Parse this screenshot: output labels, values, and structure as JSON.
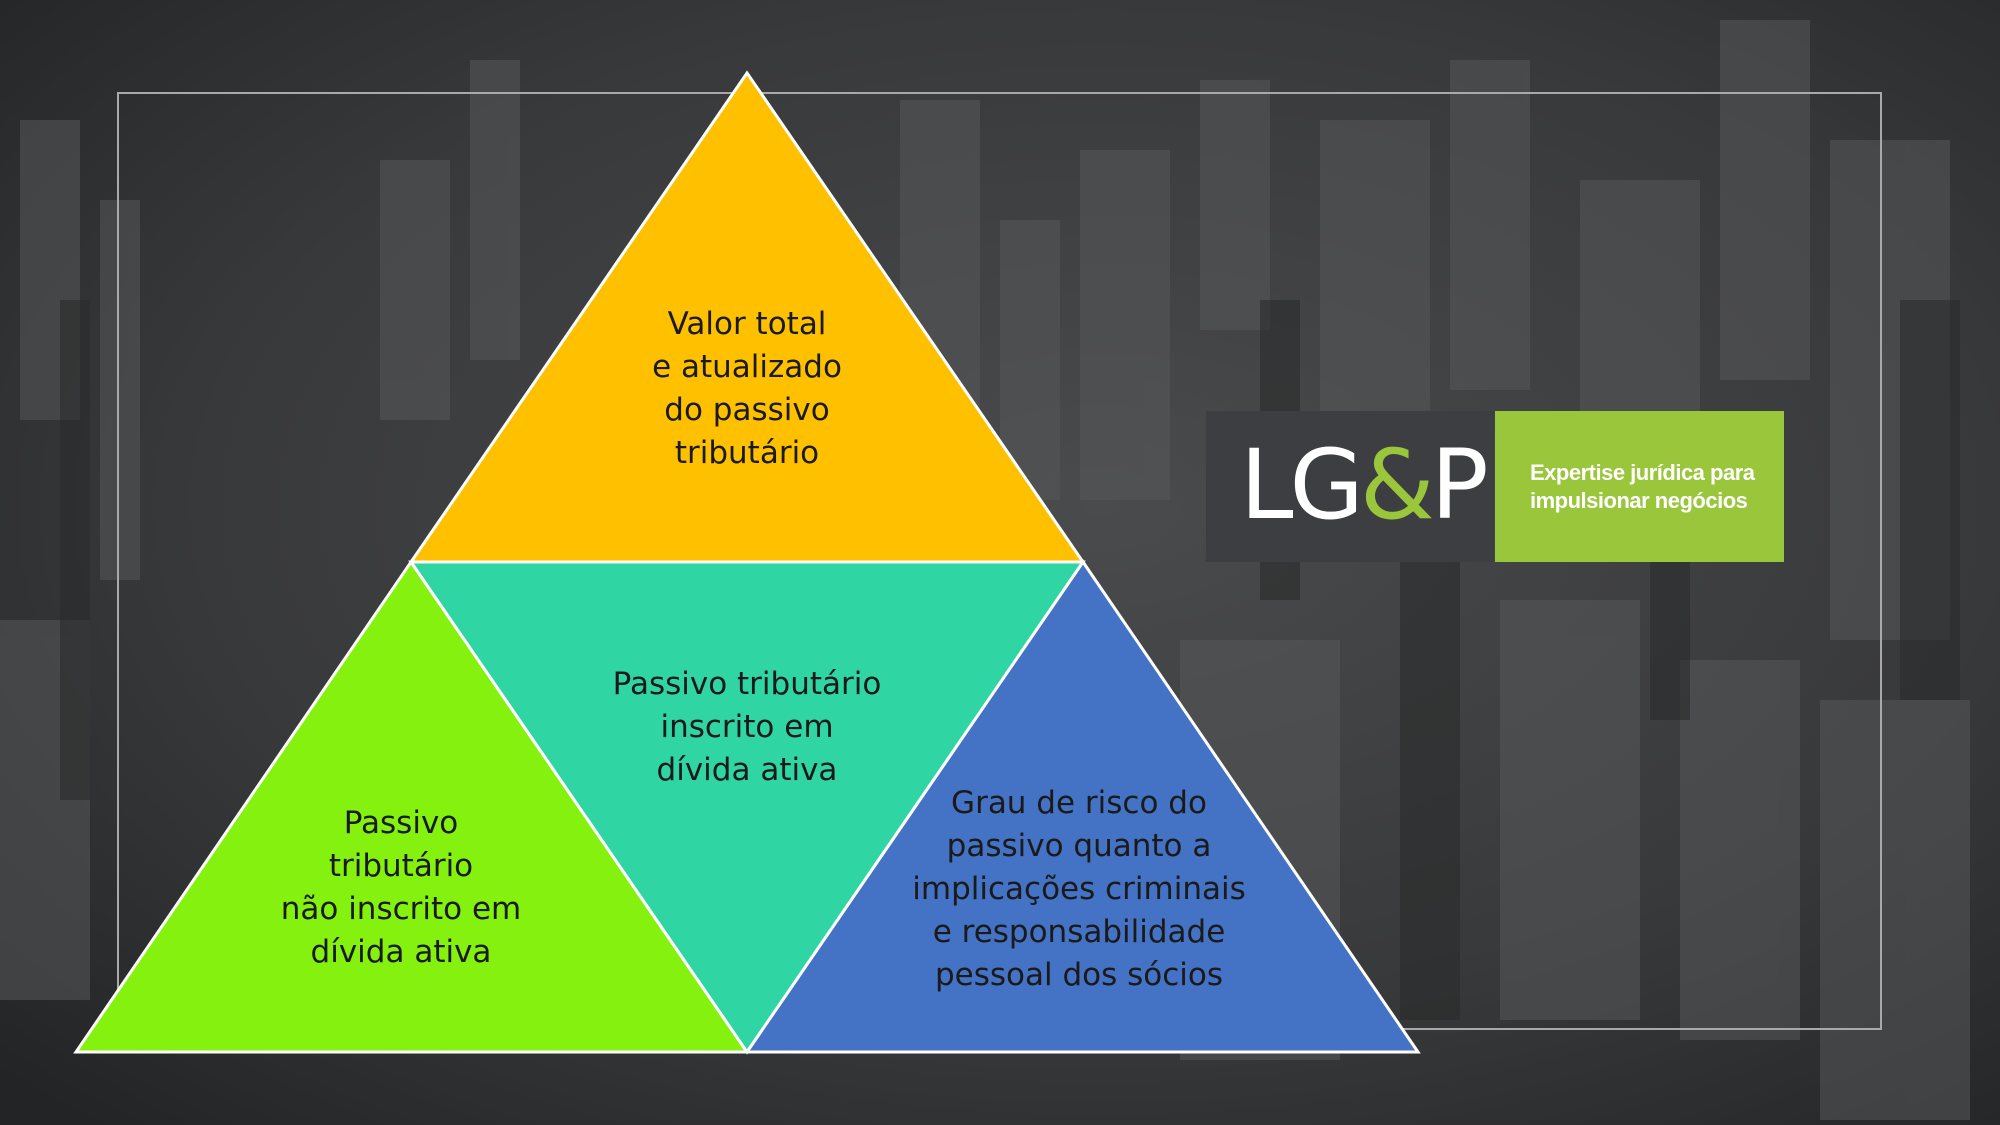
{
  "triangles": {
    "top": {
      "text": "Valor total\ne atualizado\ndo passivo\ntributário",
      "color": "#ffc000"
    },
    "middle": {
      "text": "Passivo tributário\ninscrito em\ndívida ativa",
      "color": "#2fd6a3"
    },
    "left": {
      "text": "Passivo\ntributário\nnão inscrito em\ndívida ativa",
      "color": "#84f10e"
    },
    "right": {
      "text": "Grau de risco do\npassivo quanto a\nimplicações criminais\ne responsabilidade\npessoal dos sócios",
      "color": "#4472c4"
    }
  },
  "logo": {
    "part1": "LG",
    "amp": "&",
    "part2": "P",
    "tagline": {
      "line1": "Expertise jurídica para",
      "line2": "impulsionar negócios"
    }
  }
}
